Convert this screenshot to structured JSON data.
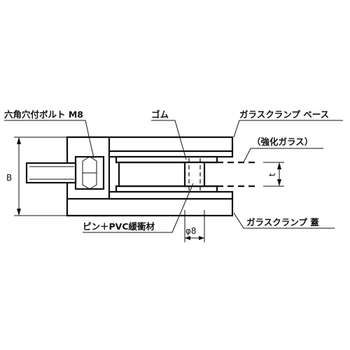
{
  "labels": {
    "bolt": "六角穴付ボルト M8",
    "rubber": "ゴム",
    "base": "ガラスクランプ ベース",
    "glass": "（強化ガラス）",
    "pin": "ピン＋PVC緩衝材",
    "lid": "ガラスクランプ 蓋",
    "dim_b": "B",
    "dim_t": "t",
    "dim_phi": "φ8"
  }
}
